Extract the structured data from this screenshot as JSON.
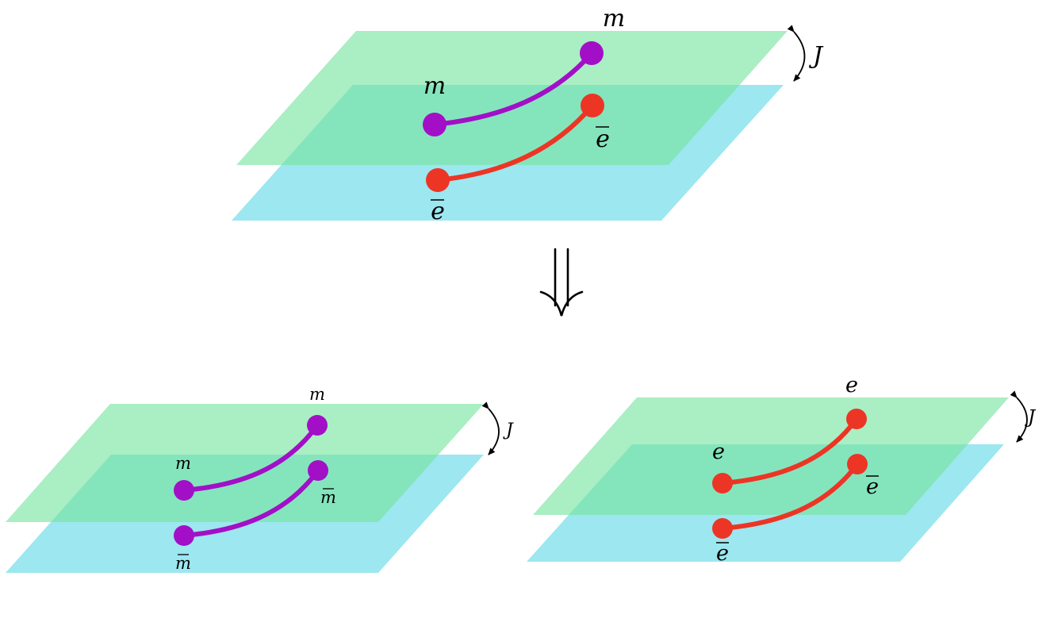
{
  "colors": {
    "top_plane": "#76e39e",
    "bottom_plane": "#5fd9e6",
    "m_particle": "#a30fc7",
    "e_particle": "#ed3525",
    "text": "#000000"
  },
  "top_panel": {
    "labels": {
      "m_upper": "m",
      "m_lower": "m",
      "e_upper": "e",
      "e_lower": "e",
      "coupling": "J"
    },
    "bars": {
      "e_upper": true,
      "e_lower": true
    }
  },
  "arrow": {
    "icon": "double-down-arrow-icon"
  },
  "left_panel": {
    "labels": {
      "m_upper": "m",
      "m_lower": "m",
      "m_mid": "m",
      "m_bottom": "m",
      "coupling": "J"
    },
    "bars": {
      "m_mid": true,
      "m_bottom": true
    }
  },
  "right_panel": {
    "labels": {
      "e_upper": "e",
      "e_lower": "e",
      "e_mid": "e",
      "e_bottom": "e",
      "coupling": "J"
    },
    "bars": {
      "e_mid": true,
      "e_bottom": true
    }
  }
}
